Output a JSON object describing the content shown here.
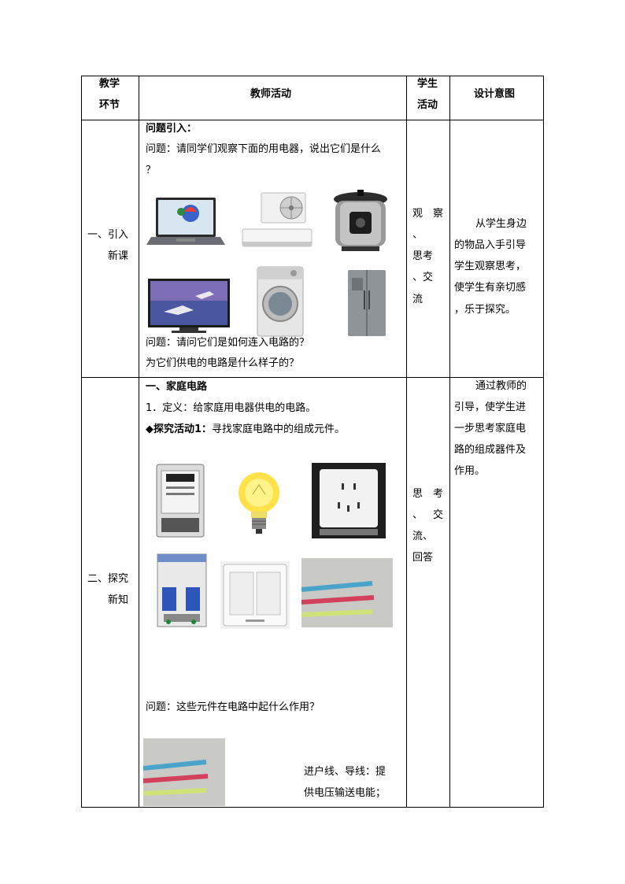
{
  "header": {
    "stage": "教学环节",
    "stage_l1": "教学",
    "stage_l2": "环节",
    "teacher": "教师活动",
    "student_l1": "学生",
    "student_l2": "活动",
    "intent": "设计意图"
  },
  "row1": {
    "stage_l1": "一、引入",
    "stage_l2": "新课",
    "heading": "问题引入：",
    "question_l1": "问题：请同学们观察下面的用电器，说出它们是什么",
    "question_l2": "？",
    "appliances": [
      "laptop-icon",
      "air-conditioner-icon",
      "pressure-cooker-icon",
      "television-icon",
      "washing-machine-icon",
      "refrigerator-icon"
    ],
    "question2_l1": "问题：请问它们是如何连入电路的？",
    "question2_l2": "为它们供电的电路是什么样子的？",
    "student": [
      "观",
      "察",
      "、",
      "思考",
      "、交",
      "流"
    ],
    "intent": [
      "从学生身边",
      "的物品入手引导",
      "学生观察思考，",
      "使学生有亲切感",
      "，乐于探究。"
    ]
  },
  "row2": {
    "stage_l1": "二、探究",
    "stage_l2": "新知",
    "heading": "一、家庭电路",
    "definition": "1．定义：给家庭用电器供电的电路。",
    "activity_bold": "◆探究活动1：",
    "activity_text": "寻找家庭电路中的组成元件。",
    "components": [
      "electric-meter-icon",
      "light-bulb-icon",
      "power-socket-icon",
      "circuit-breaker-icon",
      "light-switch-icon",
      "wires-icon"
    ],
    "question": "问题：这些元件在电路中起什么作用？",
    "answer_l1": "进户线、导线：提",
    "answer_l2": "供电压输送电能；",
    "student": [
      "思",
      "考",
      "、",
      "交",
      "流、",
      "回答"
    ],
    "intent": [
      "通过教师的",
      "引导，使学生进",
      "一步思考家庭电",
      "路的组成器件及",
      "作用。"
    ]
  }
}
